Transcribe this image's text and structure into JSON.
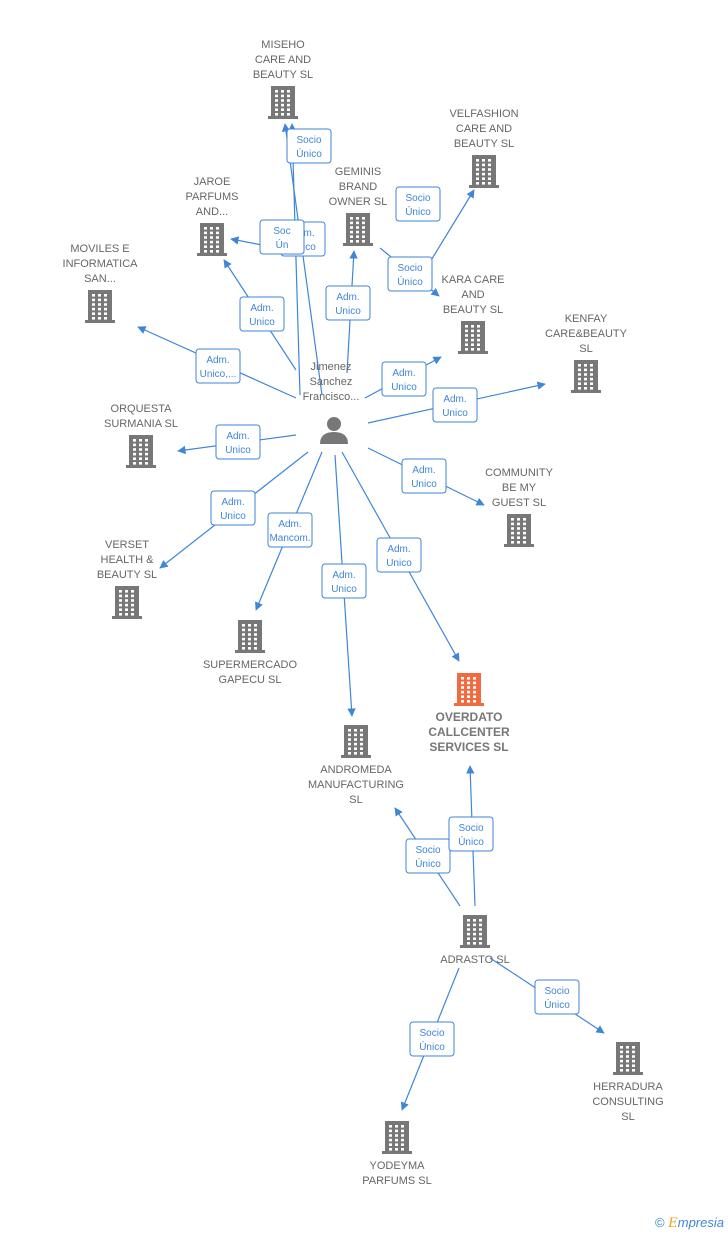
{
  "person": {
    "name_lines": [
      "Jimenez",
      "Sanchez",
      "Francisco..."
    ]
  },
  "companies": [
    {
      "id": "miseho",
      "lines": [
        "MISEHO",
        "CARE AND",
        "BEAUTY  SL"
      ]
    },
    {
      "id": "velfashion",
      "lines": [
        "VELFASHION",
        "CARE AND",
        "BEAUTY  SL"
      ]
    },
    {
      "id": "geminis",
      "lines": [
        "GEMINIS",
        "BRAND",
        "OWNER  SL"
      ]
    },
    {
      "id": "jaroe",
      "lines": [
        "JAROE",
        "PARFUMS",
        "AND..."
      ]
    },
    {
      "id": "moviles",
      "lines": [
        "MOVILES E",
        "INFORMATICA",
        "SAN..."
      ]
    },
    {
      "id": "kara",
      "lines": [
        "KARA CARE",
        "AND",
        "BEAUTY  SL"
      ]
    },
    {
      "id": "kenfay",
      "lines": [
        "KENFAY",
        "CARE&BEAUTY",
        "SL"
      ]
    },
    {
      "id": "orquesta",
      "lines": [
        "ORQUESTA",
        "SURMANIA SL"
      ]
    },
    {
      "id": "community",
      "lines": [
        "COMMUNITY",
        "BE MY",
        "GUEST SL"
      ]
    },
    {
      "id": "verset",
      "lines": [
        "VERSET",
        "HEALTH &",
        "BEAUTY  SL"
      ]
    },
    {
      "id": "supermercado",
      "lines": [
        "SUPERMERCADO",
        "GAPECU  SL"
      ]
    },
    {
      "id": "overdato",
      "lines": [
        "OVERDATO",
        "CALLCENTER",
        "SERVICES  SL"
      ],
      "highlight": true
    },
    {
      "id": "andromeda",
      "lines": [
        "ANDROMEDA",
        "MANUFACTURING",
        "SL"
      ]
    },
    {
      "id": "adrasto",
      "lines": [
        "ADRASTO SL"
      ]
    },
    {
      "id": "herradura",
      "lines": [
        "HERRADURA",
        "CONSULTING",
        "SL"
      ]
    },
    {
      "id": "yodeyma",
      "lines": [
        "YODEYMA",
        "PARFUMS SL"
      ]
    }
  ],
  "edges": [
    {
      "from": "person",
      "to": "miseho",
      "label": [
        "Socio",
        "Único"
      ]
    },
    {
      "from": "person",
      "to": "miseho",
      "label": [
        "Adm.",
        "Unico"
      ]
    },
    {
      "from": "person",
      "to": "jaroe",
      "label": [
        "Soc",
        "Ún"
      ]
    },
    {
      "from": "person",
      "to": "jaroe",
      "label": [
        "Adm.",
        "Unico"
      ]
    },
    {
      "from": "person",
      "to": "geminis",
      "label": [
        "Adm.",
        "Unico"
      ]
    },
    {
      "from": "person",
      "to": "velfashion",
      "label": [
        "Socio",
        "Único"
      ]
    },
    {
      "from": "person",
      "to": "kara",
      "label": [
        "Socio",
        "Único"
      ]
    },
    {
      "from": "person",
      "to": "kara",
      "label": [
        "Adm.",
        "Unico"
      ]
    },
    {
      "from": "person",
      "to": "moviles",
      "label": [
        "Adm.",
        "Unico,..."
      ]
    },
    {
      "from": "person",
      "to": "kenfay",
      "label": [
        "Adm.",
        "Unico"
      ]
    },
    {
      "from": "person",
      "to": "orquesta",
      "label": [
        "Adm.",
        "Unico"
      ]
    },
    {
      "from": "person",
      "to": "community",
      "label": [
        "Adm.",
        "Unico"
      ]
    },
    {
      "from": "person",
      "to": "verset",
      "label": [
        "Adm.",
        "Unico"
      ]
    },
    {
      "from": "person",
      "to": "supermercado",
      "label": [
        "Adm.",
        "Mancom."
      ]
    },
    {
      "from": "person",
      "to": "andromeda",
      "label": [
        "Adm.",
        "Unico"
      ]
    },
    {
      "from": "person",
      "to": "overdato",
      "label": [
        "Adm.",
        "Unico"
      ]
    },
    {
      "from": "adrasto",
      "to": "andromeda",
      "label": [
        "Socio",
        "Único"
      ]
    },
    {
      "from": "adrasto",
      "to": "overdato",
      "label": [
        "Socio",
        "Único"
      ]
    },
    {
      "from": "adrasto",
      "to": "herradura",
      "label": [
        "Socio",
        "Único"
      ]
    },
    {
      "from": "adrasto",
      "to": "yodeyma",
      "label": [
        "Socio",
        "Único"
      ]
    }
  ],
  "footer": {
    "copyright": "©",
    "brand_initial": "E",
    "brand_rest": "mpresia"
  },
  "colors": {
    "edge": "#3f86d8",
    "node": "#777777",
    "highlight": "#f26a3f"
  }
}
